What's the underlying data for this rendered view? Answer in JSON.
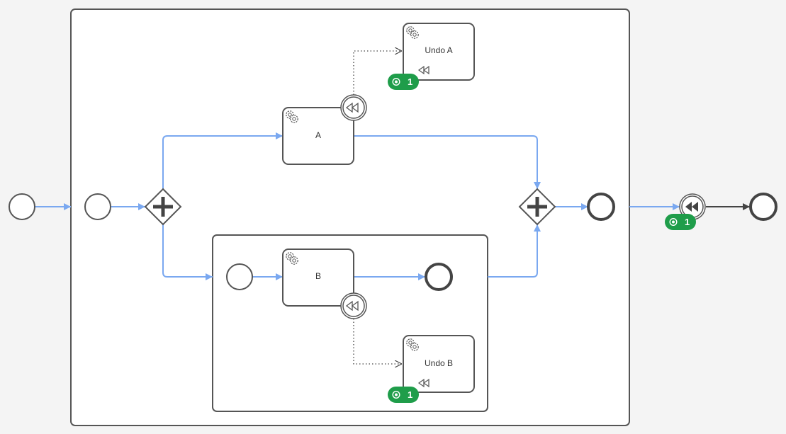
{
  "colors": {
    "background": "#f4f4f4",
    "shape_stroke": "#555555",
    "shape_fill": "#ffffff",
    "flow": "#7aa8f0",
    "badge": "#1f9d4a",
    "association": "#444444"
  },
  "tasks": {
    "a": "A",
    "b": "B",
    "undo_a": "Undo A",
    "undo_b": "Undo B"
  },
  "badges": {
    "undo_a": "1",
    "undo_b": "1",
    "compensation_throw": "1"
  }
}
